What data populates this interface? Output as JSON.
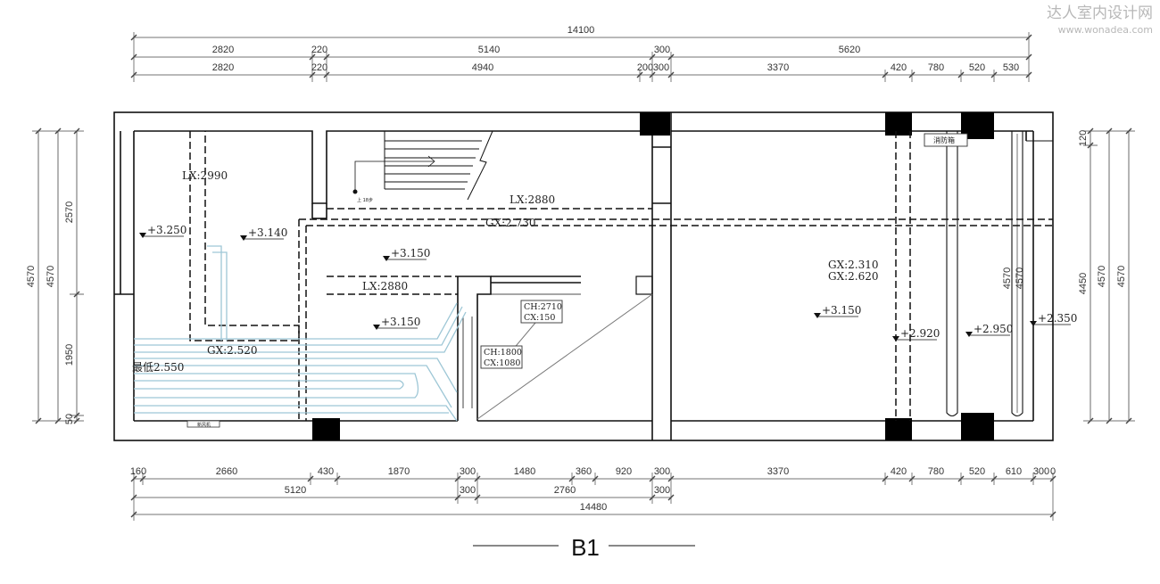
{
  "watermark": {
    "brand": "达人室内设计网",
    "url": "www.wonadea.com"
  },
  "title": "B1",
  "top_dims": {
    "total": "14100",
    "row2": [
      "2820",
      "220",
      "5140",
      "300",
      "5620"
    ],
    "row3": [
      "2820",
      "220",
      "4940",
      "200",
      "300",
      "3370",
      "420",
      "780",
      "520",
      "530"
    ]
  },
  "bottom_dims": {
    "row1": [
      "160",
      "2660",
      "430",
      "1870",
      "300",
      "1480",
      "360",
      "920",
      "300",
      "3370",
      "420",
      "780",
      "520",
      "610",
      "300",
      "0"
    ],
    "row2": [
      "5120",
      "300",
      "2760",
      "300"
    ],
    "total": "14480"
  },
  "left_dims": {
    "outer": "4570",
    "mid": "4570",
    "inner": [
      "2570",
      "1950",
      "50"
    ]
  },
  "right_dims": {
    "a": "120",
    "b": "4450",
    "c": "4570",
    "d": "4570"
  },
  "labels": {
    "lx_2990": "LX:2990",
    "lx_2880_top": "LX:2880",
    "lx_2880_mid": "LX:2880",
    "gx_2730": "GX:2.730",
    "gx_2520": "GX:2.520",
    "gx_2310": "GX:2.310",
    "gx_2620": "GX:2.620",
    "lowest": "最低2.550",
    "lvl_3250": "+3.250",
    "lvl_3140": "+3.140",
    "lvl_3150_a": "+3.150",
    "lvl_3150_b": "+3.150",
    "lvl_3150_c": "+3.150",
    "lvl_2920": "+2.920",
    "lvl_2950": "+2.950",
    "lvl_2350": "+2.350",
    "ch_2710": "CH:2710",
    "cx_150": "CX:150",
    "ch_1800": "CH:1800",
    "cx_1080": "CX:1080",
    "fire_box": "消防箱",
    "equip": "新风机",
    "stair_note": "上 18步",
    "inner_4570a": "4570",
    "inner_4570b": "4570"
  }
}
